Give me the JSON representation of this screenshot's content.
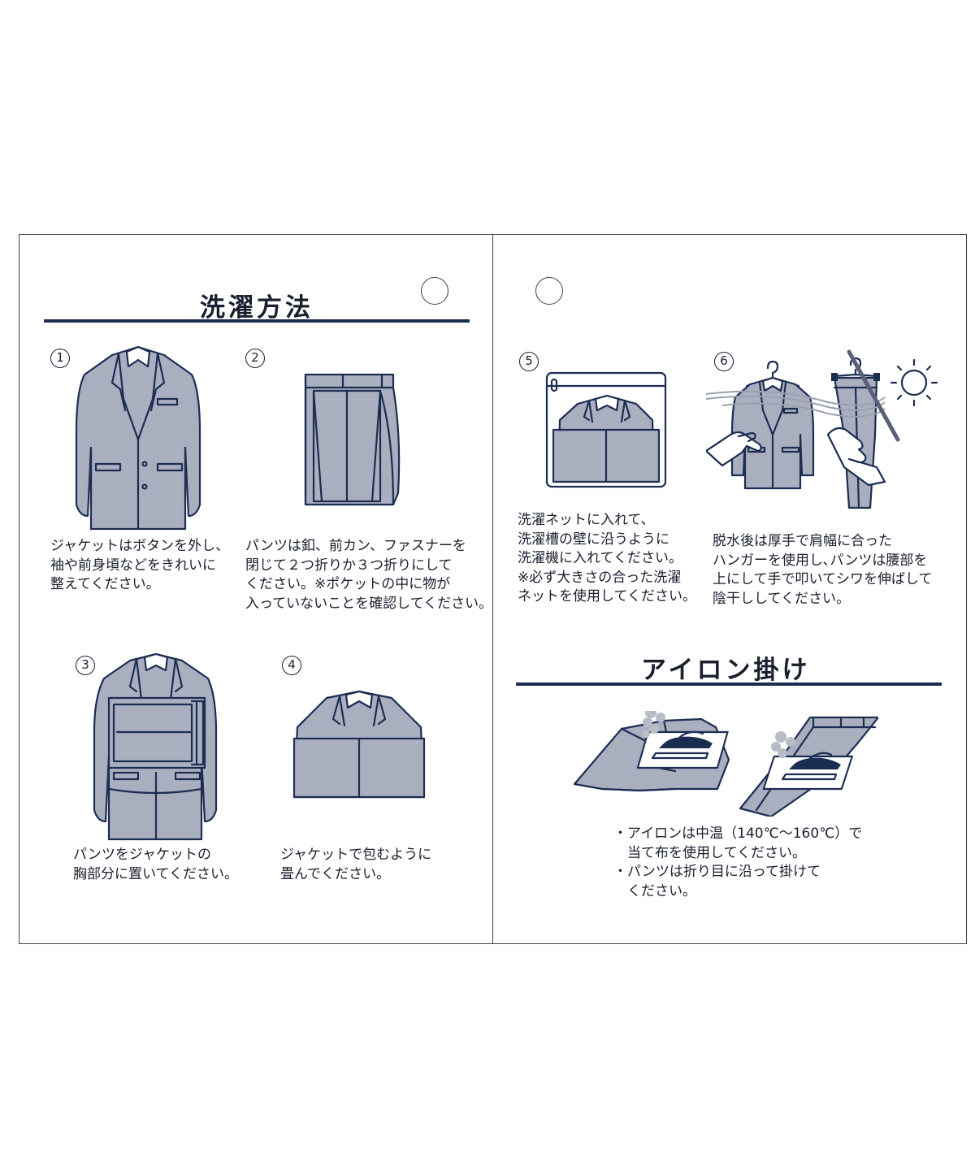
{
  "left_card": {
    "title": "洗濯方法",
    "steps": [
      {
        "number": "1",
        "caption": "ジャケットはボタンを外し、\n袖や前身頃などをきれいに\n整えてください。"
      },
      {
        "number": "2",
        "caption": "パンツは釦、前カン、ファスナーを\n閉じて２つ折りか３つ折りにして\nください。※ポケットの中に物が\n入っていないことを確認してください。"
      },
      {
        "number": "3",
        "caption": "パンツをジャケットの\n胸部分に置いてください。"
      },
      {
        "number": "4",
        "caption": "ジャケットで包むように\n畳んでください。"
      }
    ]
  },
  "right_card": {
    "steps": [
      {
        "number": "5",
        "caption": "洗濯ネットに入れて、\n洗濯槽の壁に沿うように\n洗濯機に入れてください。\n※必ず大きさの合った洗濯\nネットを使用してください。"
      },
      {
        "number": "6",
        "caption": "脱水後は厚手で肩幅に合った\nハンガーを使用し､パンツは腰部を\n上にして手で叩いてシワを伸ばして\n陰干ししてください。"
      }
    ],
    "ironing": {
      "title": "アイロン掛け",
      "notes": "・アイロンは中温（140℃～160℃）で\n　当て布を使用してください。\n・パンツは折り目に沿って掛けて\n　ください。"
    }
  },
  "colors": {
    "navy": "#1c2d52",
    "fabric_gray": "#aaafbf",
    "border": "#3a3f4a"
  }
}
